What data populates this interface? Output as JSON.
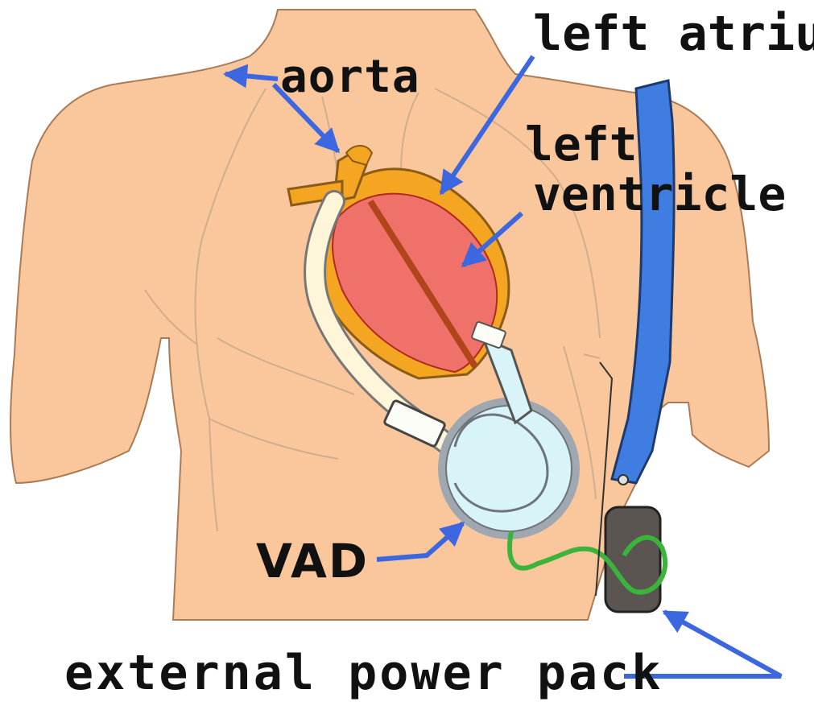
{
  "labels": {
    "aorta": "aorta",
    "left_atrium": "left atrium",
    "left_ventricle_line1": "left",
    "left_ventricle_line2": "ventricle",
    "vad": "VAD",
    "external_power_pack": "external power pack"
  },
  "colors": {
    "skin": "#f9c79b",
    "skin_outline": "#a97c57",
    "heart": "#f0706a",
    "heart_fat": "#f4a623",
    "pump": "#d8f4f8",
    "pump_ring": "#9fa8b0",
    "strap": "#3f7de0",
    "battery": "#5a5550",
    "cable": "#3ab43a",
    "arrow": "#3c67e0"
  }
}
